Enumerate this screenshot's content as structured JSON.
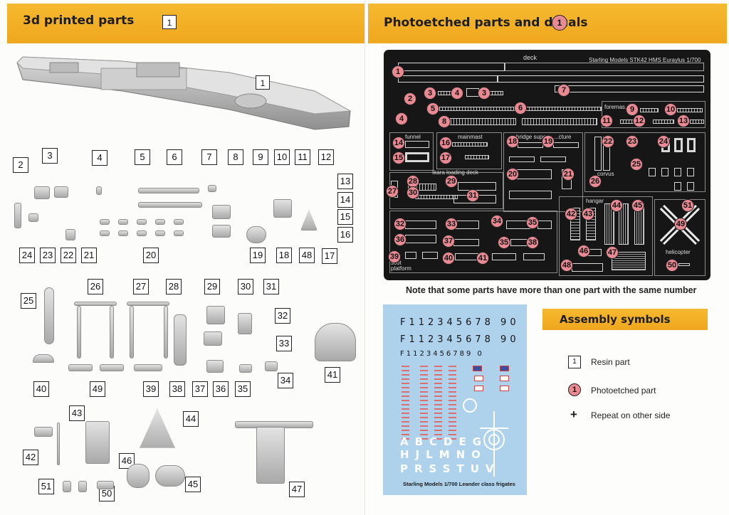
{
  "left_page": {
    "title": "3d printed parts",
    "title_box": "1",
    "hull_box": "1",
    "labels_row1": [
      "2",
      "3",
      "4",
      "5",
      "6",
      "7",
      "8",
      "9",
      "10",
      "11",
      "12",
      "13",
      "14",
      "15",
      "16",
      "17",
      "24",
      "23",
      "22",
      "21",
      "20",
      "19",
      "18",
      "48"
    ],
    "labels_row2": [
      "25",
      "26",
      "27",
      "28",
      "29",
      "30",
      "31",
      "32",
      "33",
      "41",
      "40",
      "49",
      "39",
      "38",
      "37",
      "36",
      "35",
      "34"
    ],
    "labels_row3": [
      "43",
      "44",
      "42",
      "46",
      "45",
      "51",
      "50",
      "47"
    ]
  },
  "right_page": {
    "title": "Photoetched parts and decals",
    "title_circle": "1",
    "fret": {
      "deck": "deck",
      "maker": "Starling Models STK42 HMS Euraylus 1/700",
      "funnel": "funnel",
      "mainmast": "mainmast",
      "foremast": "foremas...",
      "bridge": "bridge super... ...cture",
      "ikara": "Ikara loading deck",
      "corvus": "corvus",
      "hangar": "hangar",
      "helicopter": "helicopter",
      "scot": "scot platform",
      "nums": [
        "1",
        "2",
        "3",
        "4",
        "3",
        "7",
        "5",
        "6",
        "8",
        "4",
        "9",
        "10",
        "11",
        "12",
        "13",
        "14",
        "15",
        "16",
        "17",
        "18",
        "19",
        "20",
        "21",
        "22",
        "23",
        "24",
        "25",
        "26",
        "27",
        "28",
        "29",
        "30",
        "31",
        "32",
        "33",
        "34",
        "35",
        "36",
        "37",
        "35",
        "38",
        "39",
        "40",
        "41",
        "42",
        "43",
        "44",
        "45",
        "46",
        "47",
        "48",
        "49",
        "50",
        "51"
      ]
    },
    "note": "Note that some parts have more than one part with the same number",
    "decal": {
      "line1": "F112345678 90",
      "line2": "F112345678 90",
      "line3": "F1123456789 0",
      "letters1": "ABCDEG",
      "letters2": "HJLMNO",
      "letters3": "PRSSTUV",
      "footer": "Starling Models 1/700 Leander class frigates"
    },
    "assembly": {
      "title": "Assembly symbols",
      "resin_box": "1",
      "resin_label": "Resin part",
      "pe_circle": "1",
      "pe_label": "Photoetched part",
      "plus": "+",
      "repeat_label": "Repeat on other side"
    }
  },
  "colors": {
    "banner": "#f2ad22",
    "pe_circle": "#e98a93",
    "fret_bg": "#161616",
    "decal_bg": "#aed1ec"
  }
}
